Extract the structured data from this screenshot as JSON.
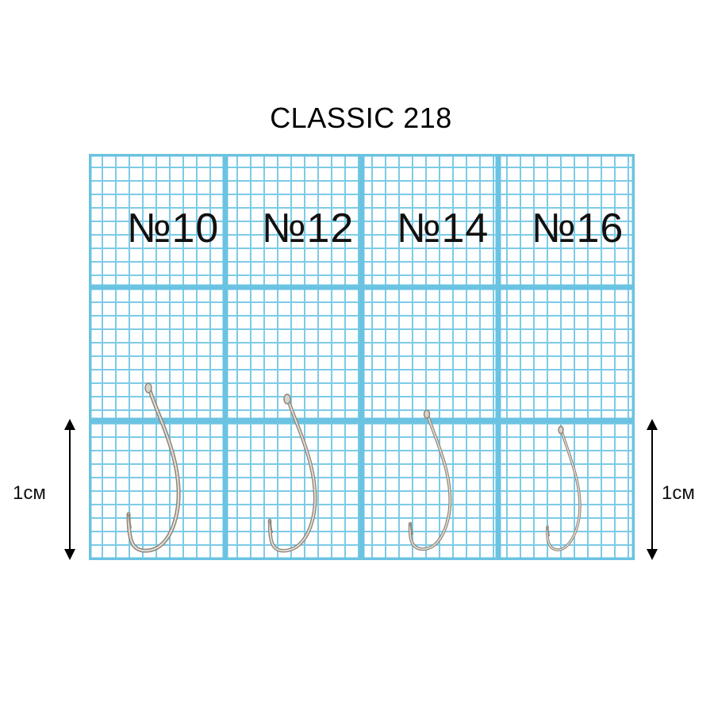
{
  "title": "CLASSIC 218",
  "hooks": [
    {
      "label": "№10",
      "icon": "hook-icon"
    },
    {
      "label": "№12",
      "icon": "hook-icon"
    },
    {
      "label": "№14",
      "icon": "hook-icon"
    },
    {
      "label": "№16",
      "icon": "hook-icon"
    }
  ],
  "scale": {
    "left_label": "1см",
    "right_label": "1см"
  },
  "colors": {
    "grid": "#7dcbe6",
    "grid_major": "#6bc3e2",
    "hook": "#b8b2a8",
    "text": "#111111"
  }
}
